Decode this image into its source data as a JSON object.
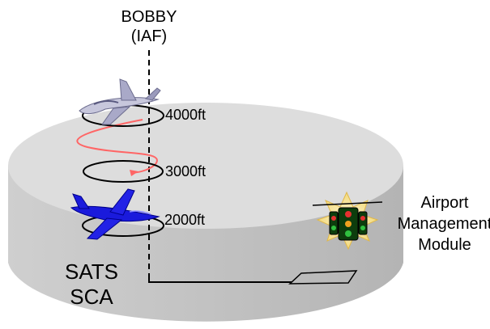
{
  "fix": {
    "name": "BOBBY",
    "type": "(IAF)"
  },
  "altitudes": {
    "top": "4000ft",
    "middle": "3000ft",
    "bottom": "2000ft"
  },
  "aircraft_zone": {
    "line1": "SATS",
    "line2": "SCA"
  },
  "airport_module": {
    "line1": "Airport",
    "line2": "Management",
    "line3": "Module"
  },
  "icons": [
    "light-aircraft-icon",
    "business-jet-icon",
    "traffic-light-icon",
    "runway-icon"
  ],
  "colors": {
    "cylinder_top": "#dcdcdc",
    "cylinder_side": "#bdbdbd",
    "path": "#ff6666",
    "jet": "#1a1adc",
    "starburst": "#fff2a8"
  }
}
